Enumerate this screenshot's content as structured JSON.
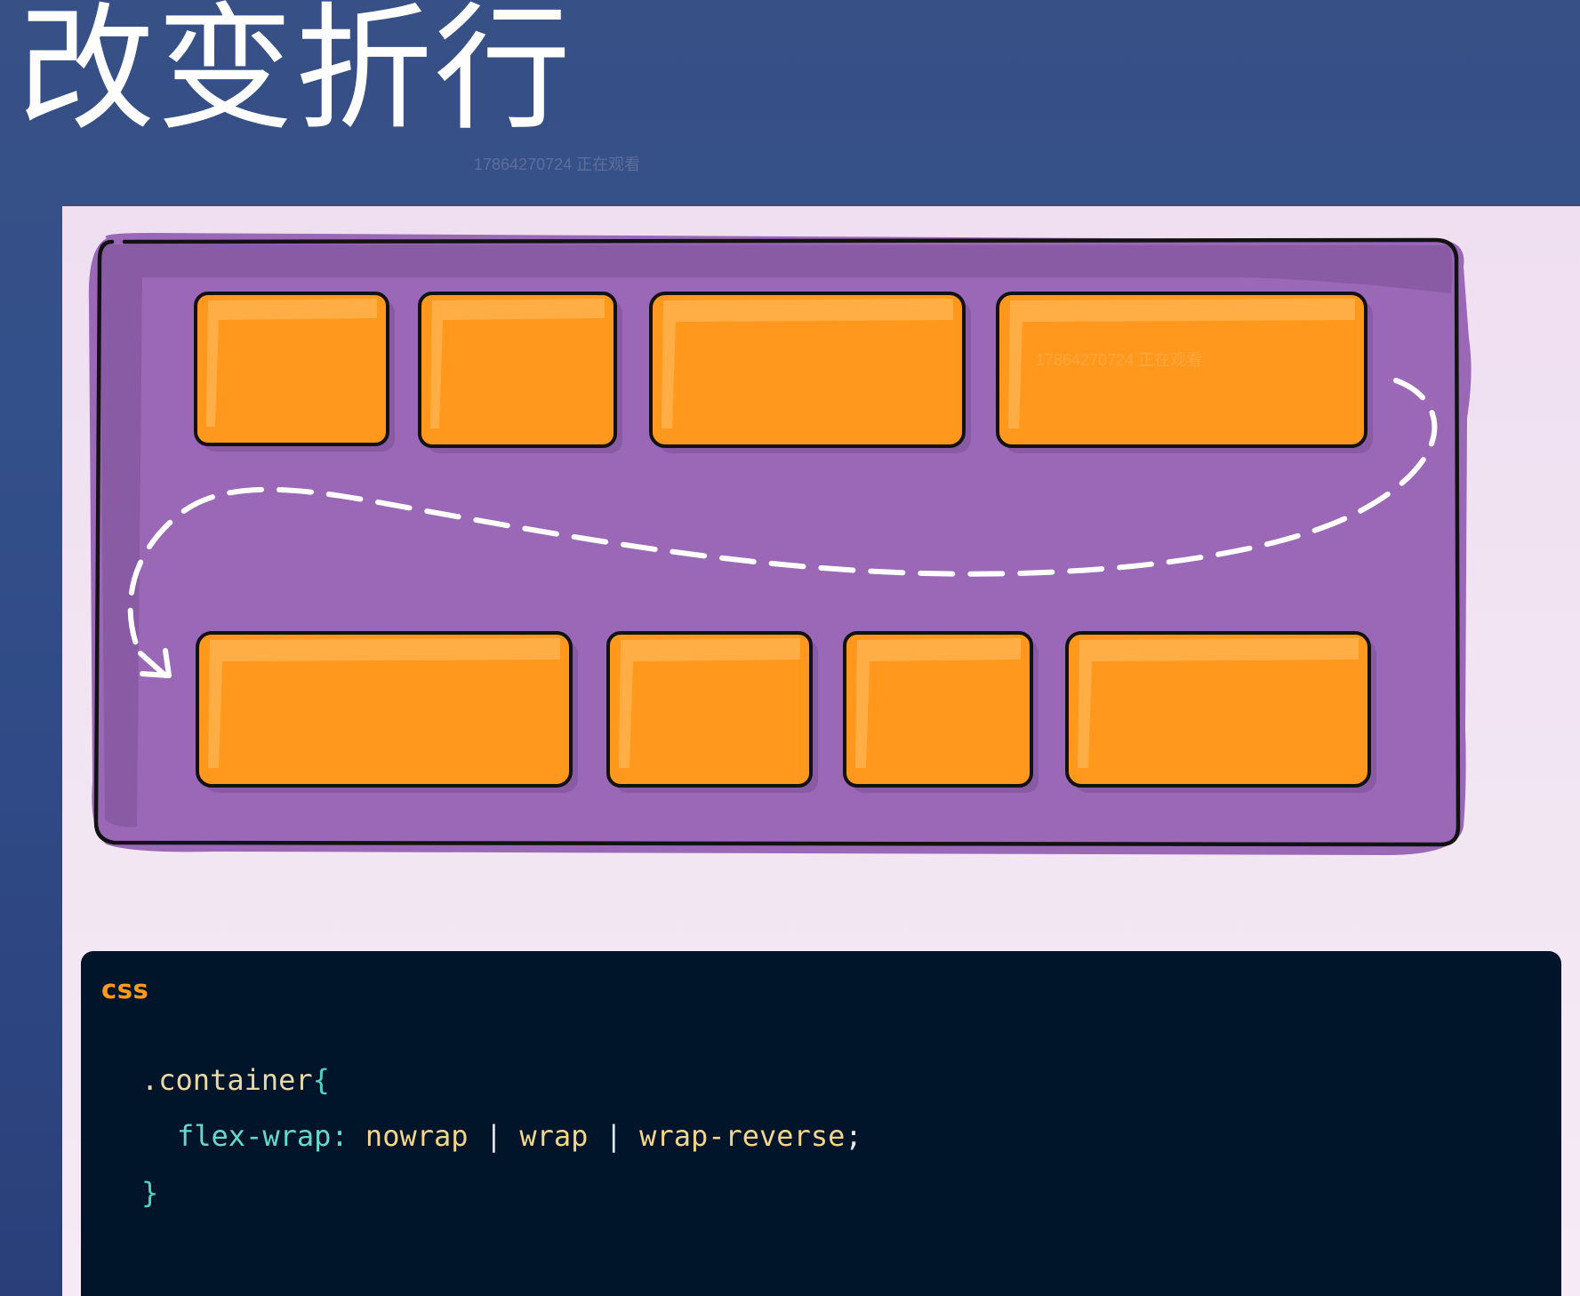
{
  "slide": {
    "title": "改变折行",
    "watermark": "17864270724 正在观看"
  },
  "diagram": {
    "row1_item_count": 4,
    "row2_item_count": 4,
    "colors": {
      "container_fill": "#9b68b7",
      "container_shadow": "#7a5095",
      "item_fill": "#ff981c",
      "item_highlight": "#ffb04a",
      "outline": "#121212",
      "flow_arrow": "#ffffff"
    },
    "flow_arrow_icon": "dashed-curved-arrow-icon"
  },
  "code": {
    "language_label": "css",
    "line1": {
      "selector": ".container",
      "open_brace": "{"
    },
    "line2": {
      "property": "flex-wrap:",
      "value1": "nowrap",
      "separator1": "|",
      "value2": "wrap",
      "separator2": "|",
      "value3": "wrap-reverse",
      "semicolon": ";"
    },
    "line3": {
      "close_brace": "}"
    },
    "colors": {
      "background": "#00152a",
      "language_label": "#ff9a1f",
      "selector": "#e8d9a8",
      "property": "#66d9cf",
      "value": "#f5d58a"
    }
  }
}
